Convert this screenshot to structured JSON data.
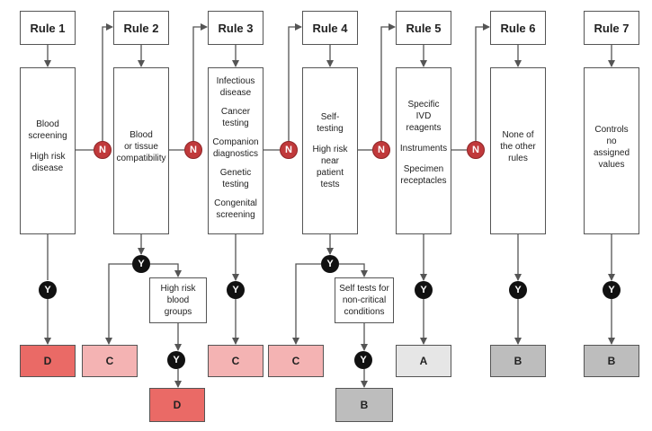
{
  "colors": {
    "line": "#555555",
    "yes_circle": "#111111",
    "no_circle": "#c0393b",
    "class_d": "#ea6a66",
    "class_c": "#f4b3b3",
    "class_a": "#e6e6e6",
    "class_b": "#bdbdbd"
  },
  "connector": {
    "yes": "Y",
    "no": "N"
  },
  "rules": [
    {
      "title": "Rule 1",
      "conditions": [
        [
          "Blood",
          "screening"
        ],
        [
          "High risk",
          "disease"
        ]
      ]
    },
    {
      "title": "Rule 2",
      "conditions": [
        [
          "Blood",
          "or tissue",
          "compatibility"
        ]
      ]
    },
    {
      "title": "Rule 3",
      "conditions": [
        [
          "Infectious",
          "disease"
        ],
        [
          "Cancer",
          "testing"
        ],
        [
          "Companion",
          "diagnostics"
        ],
        [
          "Genetic",
          "testing"
        ],
        [
          "Congenital",
          "screening"
        ]
      ]
    },
    {
      "title": "Rule 4",
      "conditions": [
        [
          "Self-",
          "testing"
        ],
        [
          "High risk",
          "near",
          "patient",
          "tests"
        ]
      ]
    },
    {
      "title": "Rule 5",
      "conditions": [
        [
          "Specific",
          "IVD",
          "reagents"
        ],
        [
          "Instruments"
        ],
        [
          "Specimen",
          "receptacles"
        ]
      ]
    },
    {
      "title": "Rule 6",
      "conditions": [
        [
          "None of",
          "the other",
          "rules"
        ]
      ]
    },
    {
      "title": "Rule 7",
      "conditions": [
        [
          "Controls",
          "no",
          "assigned",
          "values"
        ]
      ]
    }
  ],
  "sub_conditions": {
    "rule2": [
      "High risk",
      "blood",
      "groups"
    ],
    "rule4": [
      "Self tests for",
      "non-critical",
      "conditions"
    ]
  },
  "results": {
    "rule1": "D",
    "rule2_main": "C",
    "rule2_sub": "D",
    "rule3": "C",
    "rule4_main": "C",
    "rule4_sub": "B",
    "rule5": "A",
    "rule6": "B",
    "rule7": "B"
  }
}
